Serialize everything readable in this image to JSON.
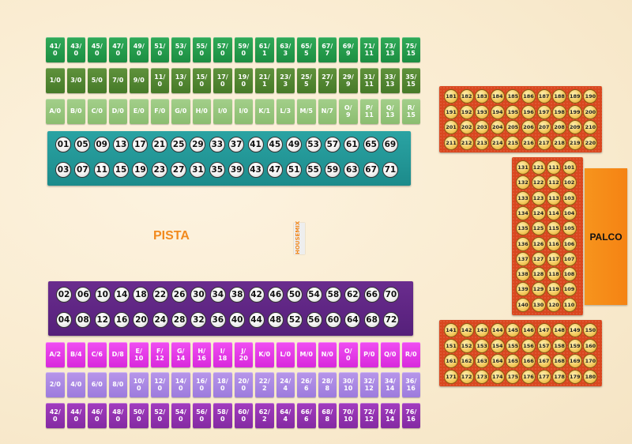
{
  "labels": {
    "pista": "PISTA",
    "palco": "PALCO",
    "housemix": "HOUSEMIX"
  },
  "green_rows": [
    [
      "41/\n0",
      "43/\n0",
      "45/\n0",
      "47/\n0",
      "49/\n0",
      "51/\n0",
      "53/\n0",
      "55/\n0",
      "57/\n0",
      "59/\n0",
      "61/\n1",
      "63/\n3",
      "65/\n5",
      "67/\n7",
      "69/\n9",
      "71/\n11",
      "73/\n13",
      "75/\n15"
    ],
    [
      "1/0",
      "3/0",
      "5/0",
      "7/0",
      "9/0",
      "11/\n0",
      "13/\n0",
      "15/\n0",
      "17/\n0",
      "19/\n0",
      "21/\n1",
      "23/\n3",
      "25/\n5",
      "27/\n7",
      "29/\n9",
      "31/\n11",
      "33/\n13",
      "35/\n15"
    ],
    [
      "A/0",
      "B/0",
      "C/0",
      "D/0",
      "E/0",
      "F/0",
      "G/0",
      "H/0",
      "I/0",
      "I/0",
      "K/1",
      "L/3",
      "M/5",
      "N/7",
      "O/\n9",
      "P/\n11",
      "Q/\n13",
      "R/\n15"
    ]
  ],
  "purple_rows": [
    [
      "A/2",
      "B/4",
      "C/6",
      "D/8",
      "E/\n10",
      "F/\n12",
      "G/\n14",
      "H/\n16",
      "I/\n18",
      "J/\n20",
      "K/0",
      "L/0",
      "M/0",
      "N/0",
      "O/\n0",
      "P/0",
      "Q/0",
      "R/0"
    ],
    [
      "2/0",
      "4/0",
      "6/0",
      "8/0",
      "10/\n0",
      "12/\n0",
      "14/\n0",
      "16/\n0",
      "18/\n0",
      "20/\n0",
      "22/\n2",
      "24/\n4",
      "26/\n6",
      "28/\n8",
      "30/\n10",
      "32/\n12",
      "34/\n14",
      "36/\n16"
    ],
    [
      "42/\n0",
      "44/\n0",
      "46/\n0",
      "48/\n0",
      "50/\n0",
      "52/\n0",
      "54/\n0",
      "56/\n0",
      "58/\n0",
      "60/\n0",
      "62/\n2",
      "64/\n4",
      "66/\n6",
      "68/\n8",
      "70/\n10",
      "72/\n12",
      "74/\n14",
      "76/\n16"
    ]
  ],
  "teal_rows": [
    [
      "01",
      "05",
      "09",
      "13",
      "17",
      "21",
      "25",
      "29",
      "33",
      "37",
      "41",
      "45",
      "49",
      "53",
      "57",
      "61",
      "65",
      "69"
    ],
    [
      "03",
      "07",
      "11",
      "15",
      "19",
      "23",
      "27",
      "31",
      "35",
      "39",
      "43",
      "47",
      "51",
      "55",
      "59",
      "63",
      "67",
      "71"
    ]
  ],
  "purple_circle_rows": [
    [
      "02",
      "06",
      "10",
      "14",
      "18",
      "22",
      "26",
      "30",
      "34",
      "38",
      "42",
      "46",
      "50",
      "54",
      "58",
      "62",
      "66",
      "70"
    ],
    [
      "04",
      "08",
      "12",
      "16",
      "20",
      "24",
      "28",
      "32",
      "36",
      "40",
      "44",
      "48",
      "52",
      "56",
      "60",
      "64",
      "68",
      "72"
    ]
  ],
  "top_table_rows": [
    [
      "181",
      "182",
      "183",
      "184",
      "185",
      "186",
      "187",
      "188",
      "189",
      "190"
    ],
    [
      "191",
      "192",
      "193",
      "194",
      "195",
      "196",
      "197",
      "198",
      "199",
      "200"
    ],
    [
      "201",
      "202",
      "203",
      "204",
      "205",
      "206",
      "207",
      "208",
      "209",
      "210"
    ],
    [
      "211",
      "212",
      "213",
      "214",
      "215",
      "216",
      "217",
      "218",
      "219",
      "220"
    ]
  ],
  "side_table_rows": [
    [
      "131",
      "121",
      "111",
      "101"
    ],
    [
      "132",
      "122",
      "112",
      "102"
    ],
    [
      "133",
      "123",
      "113",
      "103"
    ],
    [
      "134",
      "124",
      "114",
      "104"
    ],
    [
      "135",
      "125",
      "115",
      "105"
    ],
    [
      "136",
      "126",
      "116",
      "106"
    ],
    [
      "137",
      "127",
      "117",
      "107"
    ],
    [
      "138",
      "128",
      "118",
      "108"
    ],
    [
      "139",
      "129",
      "119",
      "109"
    ],
    [
      "140",
      "130",
      "120",
      "110"
    ]
  ],
  "bottom_table_rows": [
    [
      "141",
      "142",
      "143",
      "144",
      "145",
      "146",
      "147",
      "148",
      "149",
      "150"
    ],
    [
      "151",
      "152",
      "153",
      "154",
      "155",
      "156",
      "157",
      "158",
      "159",
      "160"
    ],
    [
      "161",
      "162",
      "163",
      "164",
      "165",
      "166",
      "167",
      "168",
      "169",
      "170"
    ],
    [
      "171",
      "172",
      "173",
      "174",
      "175",
      "176",
      "177",
      "178",
      "179",
      "180"
    ]
  ]
}
